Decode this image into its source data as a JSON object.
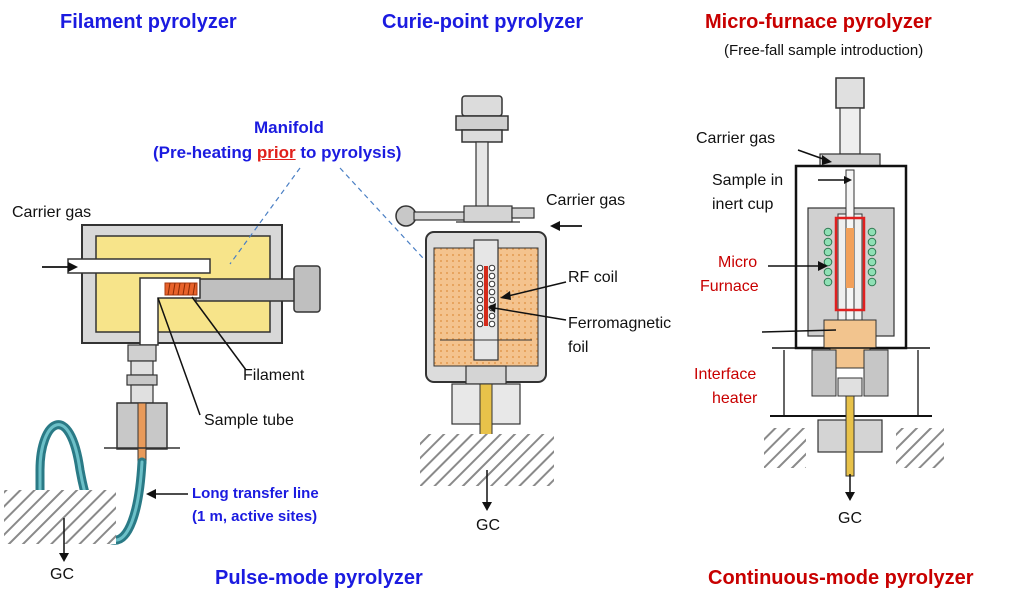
{
  "titles": {
    "filament": "Filament pyrolyzer",
    "curie": "Curie-point pyrolyzer",
    "microfurnace": "Micro-furnace pyrolyzer",
    "microfurnace_sub": "(Free-fall sample introduction)",
    "pulse_mode": "Pulse-mode pyrolyzer",
    "continuous_mode": "Continuous-mode pyrolyzer"
  },
  "manifold": {
    "line1": "Manifold",
    "line2_pre": "(Pre-heating ",
    "line2_em": "prior",
    "line2_post": " to pyrolysis)"
  },
  "filament_labels": {
    "carrier_gas": "Carrier gas",
    "filament": "Filament",
    "sample_tube": "Sample tube",
    "transfer_line_1": "Long transfer line",
    "transfer_line_2": "(1 m, active sites)",
    "gc": "GC"
  },
  "curie_labels": {
    "carrier_gas": "Carrier gas",
    "rf_coil": "RF coil",
    "ferro_1": "Ferromagnetic",
    "ferro_2": "foil",
    "gc": "GC"
  },
  "micro_labels": {
    "carrier_gas": "Carrier gas",
    "sample_1": "Sample in",
    "sample_2": "inert cup",
    "furnace_1": "Micro",
    "furnace_2": "Furnace",
    "interface_1": "Interface",
    "interface_2": "heater",
    "gc": "GC"
  },
  "colors": {
    "accent_blue": "#1b1be0",
    "accent_red": "#c80000",
    "chamber_fill": "#f7e48a",
    "orange_fill": "#f2c48e",
    "coil_orange": "#e8622a",
    "transfer_line": "#2a7a86",
    "furnace_coil": "#8fe0b5",
    "dashed_line": "#4a7fc4"
  }
}
